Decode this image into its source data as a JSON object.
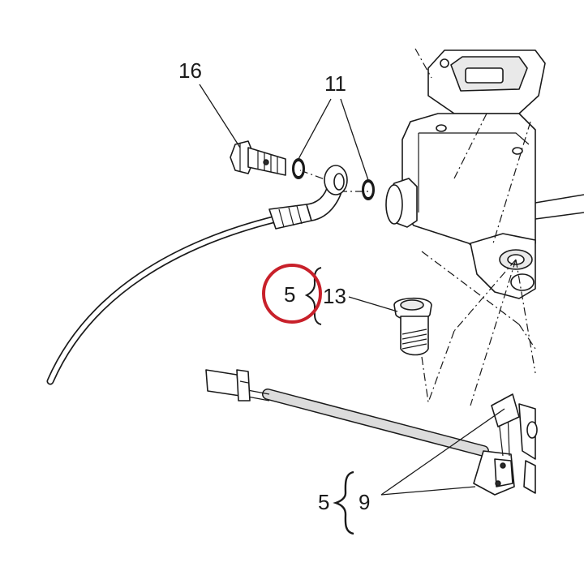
{
  "callouts": {
    "part_16": "16",
    "part_11": "11",
    "part_13": "13",
    "part_9": "9",
    "group_5_upper": "5",
    "group_5_lower": "5"
  },
  "colors": {
    "highlight": "#c8202a",
    "ink": "#1a1a1a"
  }
}
